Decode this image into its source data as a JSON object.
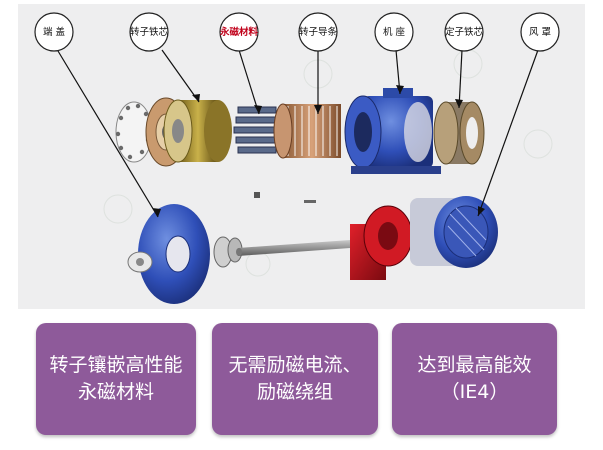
{
  "callouts": [
    {
      "label": "端 盖"
    },
    {
      "label": "转子铁芯"
    },
    {
      "label": "永磁材料",
      "highlight": true
    },
    {
      "label": "转子导条"
    },
    {
      "label": "机 座"
    },
    {
      "label": "定子铁芯"
    },
    {
      "label": "风 罩"
    }
  ],
  "features": [
    {
      "text": "转子镶嵌高性能永磁材料"
    },
    {
      "text": "无需励磁电流、励磁绕组"
    },
    {
      "text": "达到最高能效（IE4）"
    }
  ],
  "colors": {
    "box_fill": "#8e5a9a",
    "diagram_bg": "#eeeeef",
    "highlight_text": "#c0001a"
  }
}
